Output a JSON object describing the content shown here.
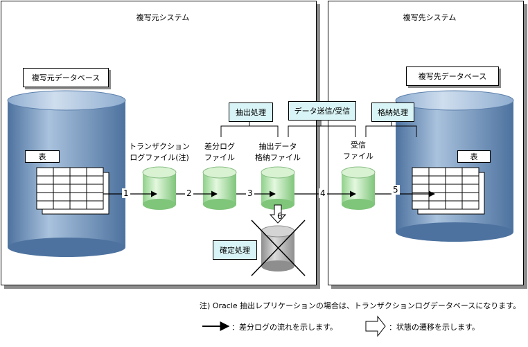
{
  "source_system": {
    "title": "複写元システム",
    "database_label": "複写元データベース",
    "table_label": "表"
  },
  "target_system": {
    "title": "複写先システム",
    "database_label": "複写先データベース",
    "table_label": "表"
  },
  "files": {
    "transaction_log": [
      "トランザクション",
      "ログファイル(注)"
    ],
    "diff_log": [
      "差分ログ",
      "ファイル"
    ],
    "extract_data": [
      "抽出データ",
      "格納ファイル"
    ],
    "receive": [
      "受信",
      "ファイル"
    ]
  },
  "processes": {
    "extract": "抽出処理",
    "transfer": "データ送信/受信",
    "store": "格納処理",
    "confirm": "確定処理"
  },
  "steps": [
    "1",
    "2",
    "3",
    "4",
    "5",
    "6"
  ],
  "notes": {
    "footnote": "注) Oracle 抽出レプリケーションの場合は、トランザクションログデータベースになります。",
    "legend_arrow": "：差分ログの流れを示します。",
    "legend_transition": "：状態の遷移を示します。"
  },
  "colors": {
    "db_blue": "#6f93bd",
    "file_green": "#c8eec0",
    "process_fill": "#d9f4f6",
    "deleted_gray": "#b8b8b8",
    "shadow": "#8c8c8c"
  }
}
